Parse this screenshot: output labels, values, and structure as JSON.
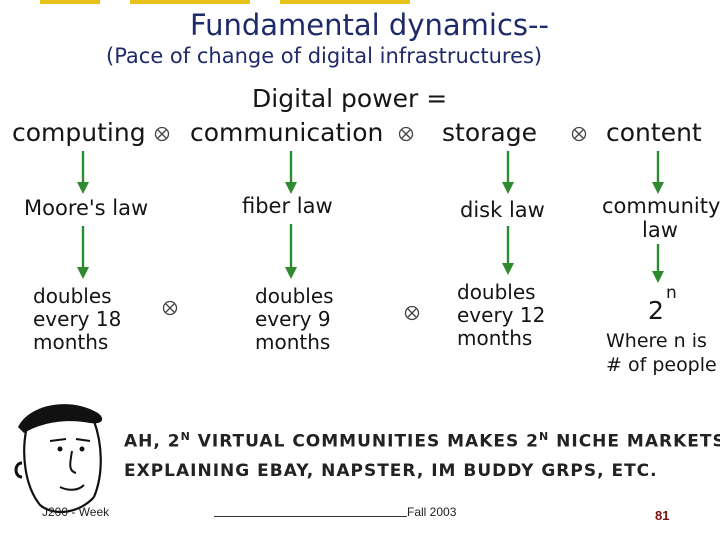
{
  "title": "Fundamental dynamics--",
  "subtitle": "(Pace of change of digital infrastructures)",
  "equation": {
    "heading": "Digital power =",
    "terms": [
      "computing",
      "communication",
      "storage",
      "content"
    ]
  },
  "laws": [
    "Moore's law",
    "fiber law",
    "disk law",
    "community\nlaw"
  ],
  "rates": [
    "doubles\nevery 18\nmonths",
    "doubles\nevery 9\nmonths",
    "doubles\nevery 12\nmonths"
  ],
  "community": {
    "base": "2",
    "exponent": "n",
    "note": "Where n is\n# of people"
  },
  "caption": {
    "line1_a": "AH, 2",
    "line1_sup1": "N",
    "line1_b": " VIRTUAL COMMUNITIES MAKES 2",
    "line1_sup2": "N",
    "line1_c": " NICHE MARKETS--",
    "line2": "EXPLAINING EBAY, NAPSTER, IM BUDDY GRPS, ETC."
  },
  "footer": {
    "left": "J200 - Week",
    "center": "Fall 2003",
    "page": "81"
  },
  "colors": {
    "title": "#1f2a6b",
    "arrow": "#2f8a2f",
    "page_number": "#7a1010"
  }
}
